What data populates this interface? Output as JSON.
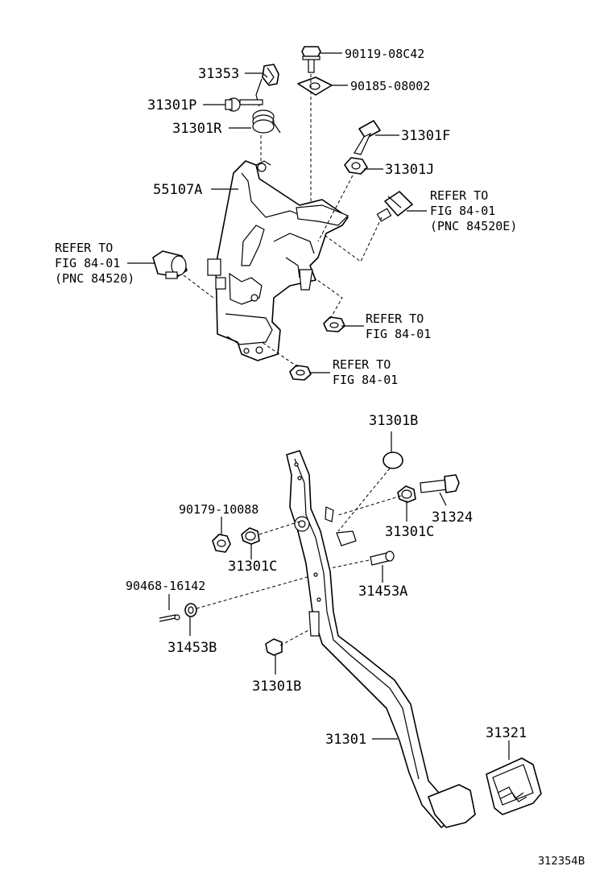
{
  "labels": {
    "p90119_08C42": "90119-08C42",
    "p31353": "31353",
    "p90185_08002": "90185-08002",
    "p31301P": "31301P",
    "p31301R": "31301R",
    "p31301F": "31301F",
    "p31301J": "31301J",
    "p55107A": "55107A",
    "refer_right_upper": [
      "REFER TO",
      "FIG 84-01",
      "(PNC 84520E)"
    ],
    "refer_left": [
      "REFER TO",
      "FIG 84-01",
      "(PNC 84520)"
    ],
    "refer_nut_upper": [
      "REFER TO",
      "FIG 84-01"
    ],
    "refer_nut_lower": [
      "REFER TO",
      "FIG 84-01"
    ],
    "p31301B_top": "31301B",
    "p31324": "31324",
    "p90179_10088": "90179-10088",
    "p31301C_right": "31301C",
    "p31301C_left": "31301C",
    "p31453A": "31453A",
    "p90468_16142": "90468-16142",
    "p31453B": "31453B",
    "p31301B_bottom": "31301B",
    "p31301": "31301",
    "p31321": "31321",
    "diagram_id": "312354B"
  }
}
